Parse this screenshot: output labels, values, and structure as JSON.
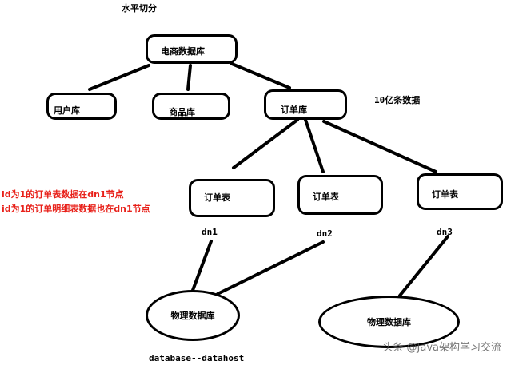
{
  "diagram": {
    "title": "水平切分",
    "root": "电商数据库",
    "user_db": "用户库",
    "product_db": "商品库",
    "order_db": "订单库",
    "row_count": "10亿条数据",
    "order_tables": [
      "订单表",
      "订单表",
      "订单表"
    ],
    "nodes": [
      "dn1",
      "dn2",
      "dn3"
    ],
    "note_line_1": "id为1的订单表数据在dn1节点",
    "note_line_2": "id为1的订单明细表数据也在dn1节点",
    "physical_dbs": [
      "物理数据库",
      "物理数据库"
    ],
    "mapping": "database--datahost"
  },
  "watermark": "头条 @Java架构学习交流",
  "colors": {
    "lines": "#000000",
    "note": "#e8211a"
  }
}
